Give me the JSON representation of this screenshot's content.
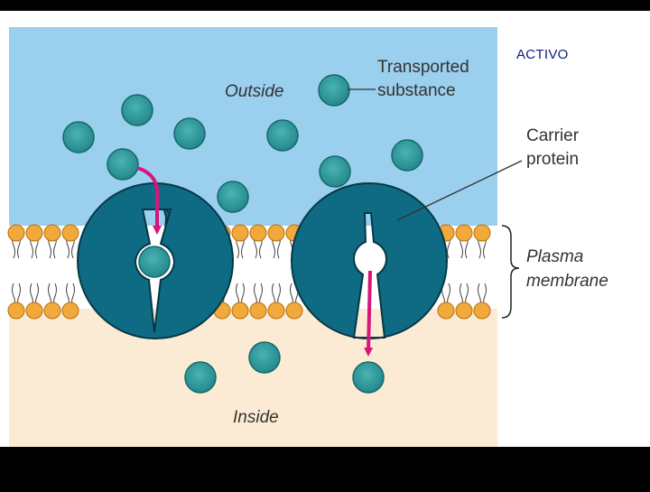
{
  "slide_title": "ACTIVO",
  "labels": {
    "outside": "Outside",
    "inside": "Inside",
    "transported_line1": "Transported",
    "transported_line2": "substance",
    "carrier_line1": "Carrier",
    "carrier_line2": "protein",
    "plasma_line1": "Plasma",
    "plasma_line2": "membrane"
  },
  "colors": {
    "outside_fluid": "#9bcfee",
    "inside_fluid": "#fcebd4",
    "membrane_core": "#ffffff",
    "lipid_head": "#f2a93b",
    "protein": "#0f6b83",
    "molecule": "#2e9c9e",
    "arrow": "#d6167a"
  }
}
